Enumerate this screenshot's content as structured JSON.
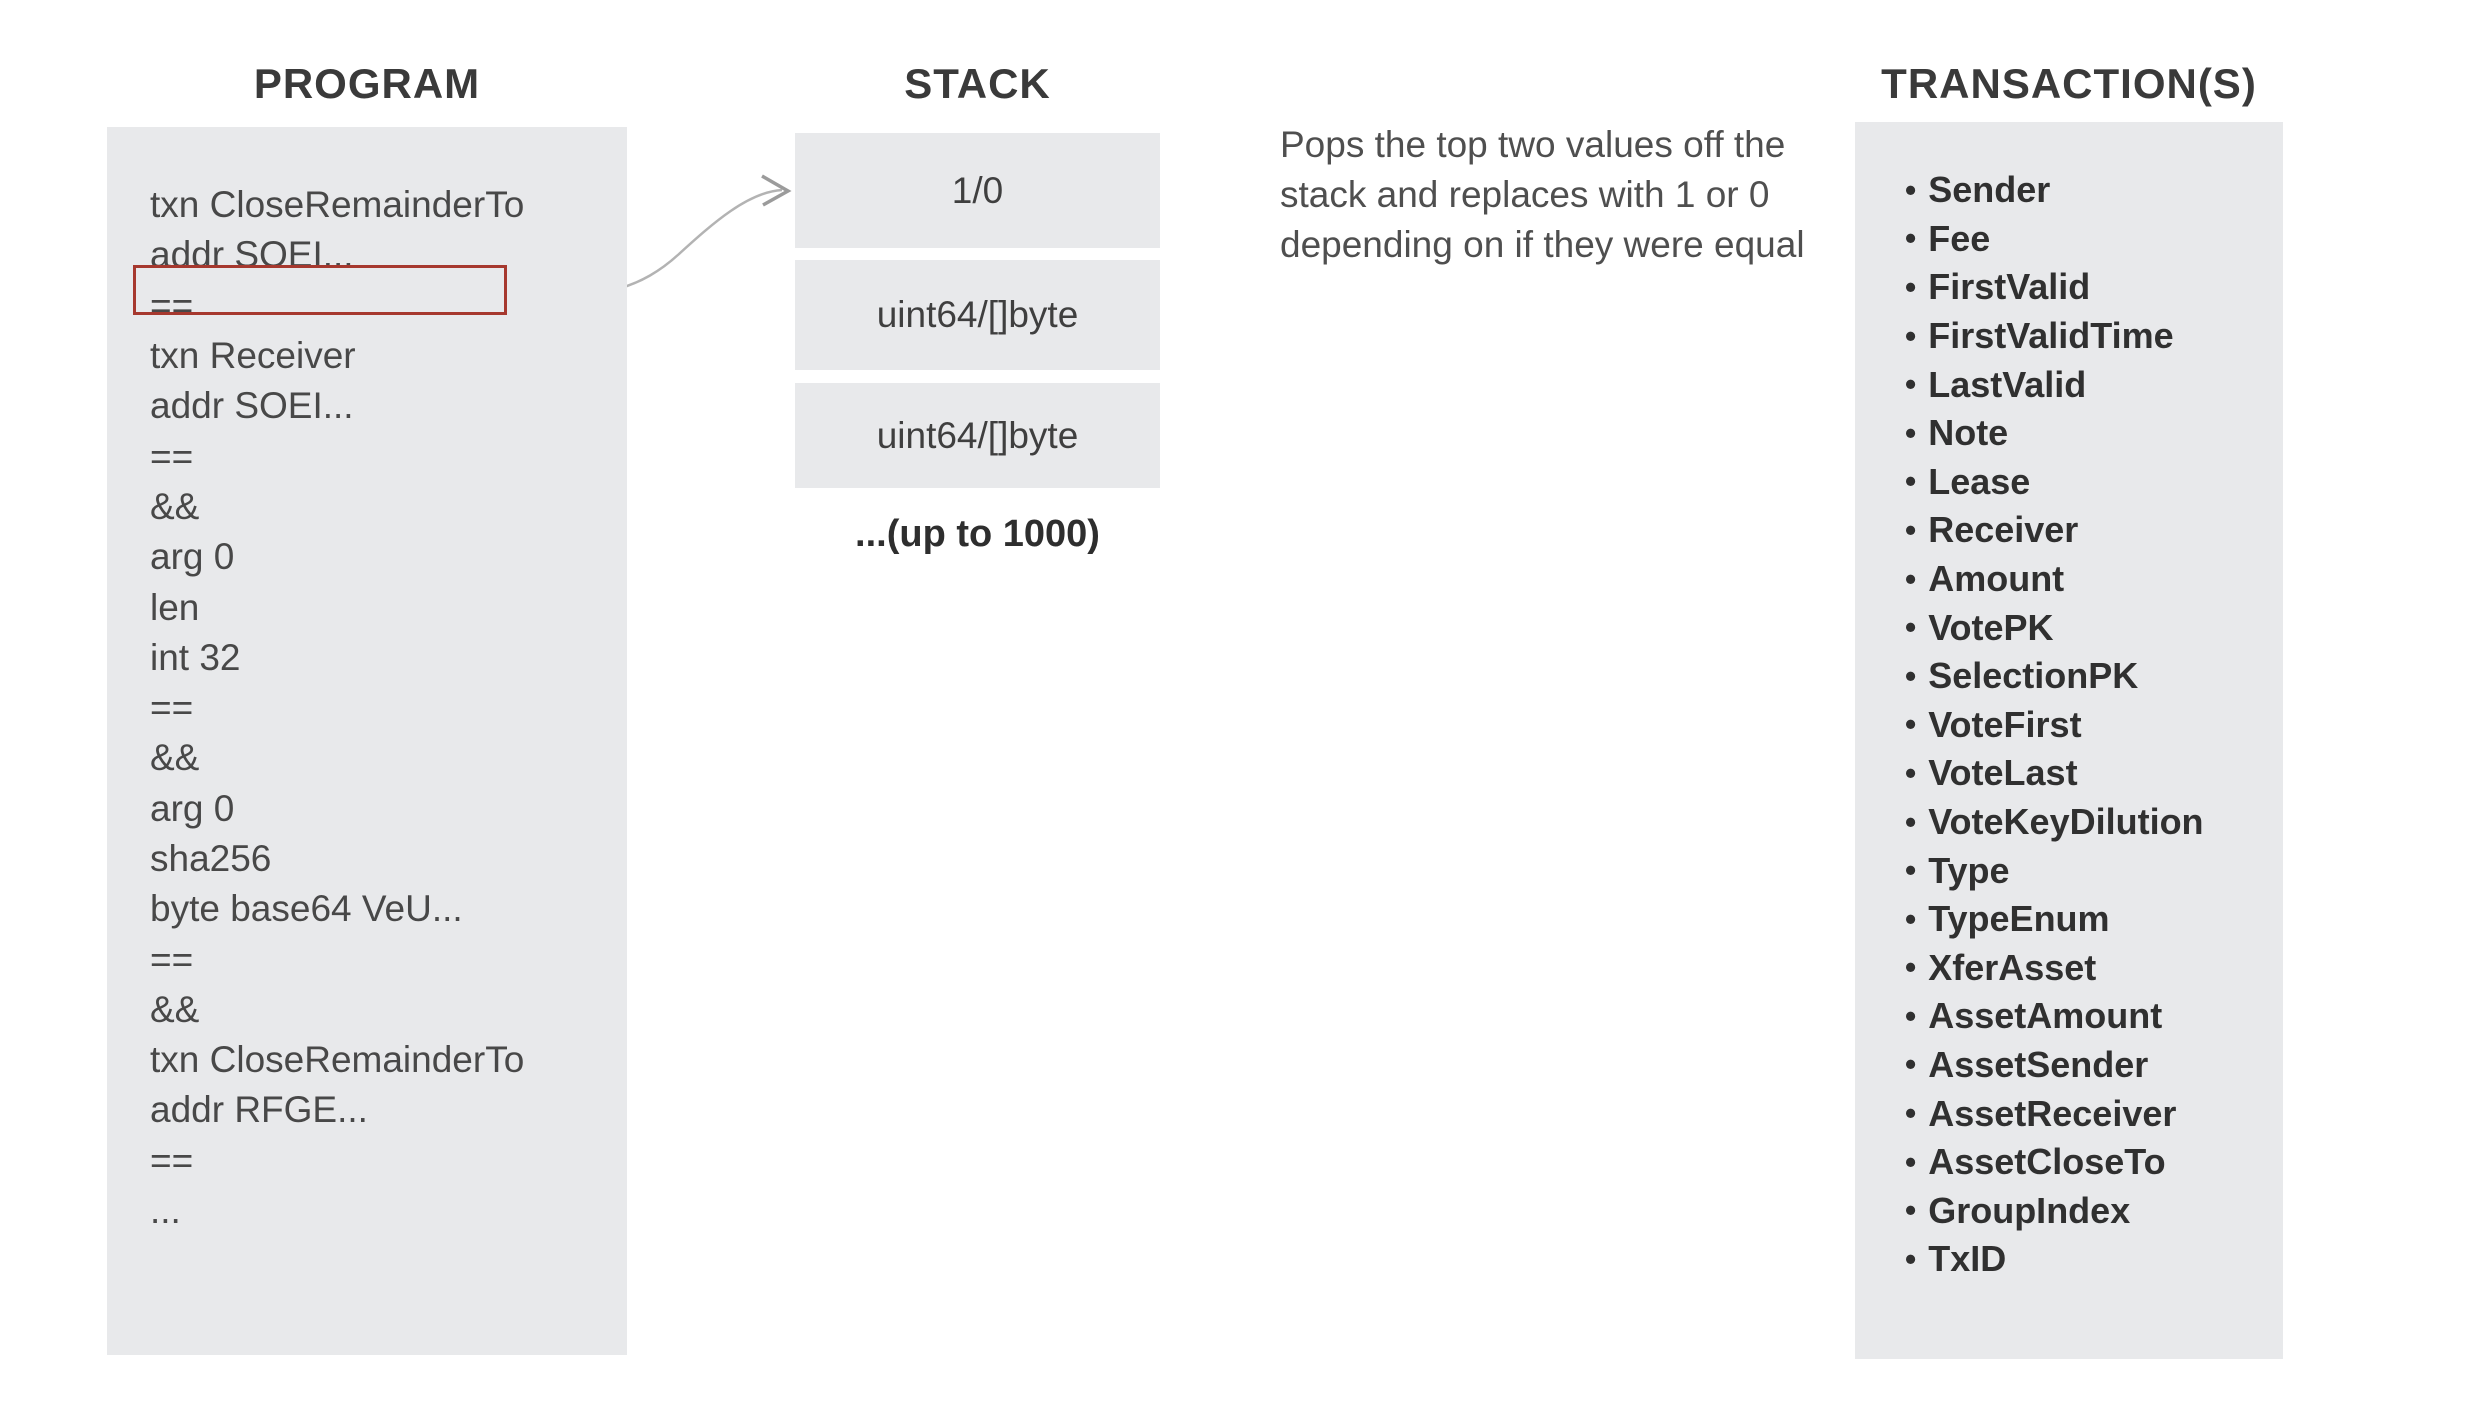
{
  "program": {
    "title": "PROGRAM",
    "lines": [
      "txn CloseRemainderTo",
      "addr SOEI...",
      "==",
      "txn Receiver",
      "addr SOEI...",
      "==",
      "&&",
      "arg 0",
      "len",
      "int 32",
      "==",
      "&&",
      "arg 0",
      "sha256",
      "byte base64 VeU...",
      "==",
      "&&",
      "txn CloseRemainderTo",
      "addr RFGE...",
      "==",
      "..."
    ],
    "highlighted_line_index": 2
  },
  "stack": {
    "title": "STACK",
    "boxes": [
      "1/0",
      "uint64/[]byte",
      "uint64/[]byte"
    ],
    "note": "...(up to 1000)"
  },
  "description": {
    "lines": [
      "Pops the top two values off the",
      "stack and replaces with 1 or 0",
      "depending on if they were equal"
    ]
  },
  "transactions": {
    "title": "TRANSACTION(S)",
    "items": [
      "Sender",
      "Fee",
      "FirstValid",
      "FirstValidTime",
      "LastValid",
      "Note",
      "Lease",
      "Receiver",
      "Amount",
      "VotePK",
      "SelectionPK",
      "VoteFirst",
      "VoteLast",
      "VoteKeyDilution",
      "Type",
      "TypeEnum",
      "XferAsset",
      "AssetAmount",
      "AssetSender",
      "AssetReceiver",
      "AssetCloseTo",
      "GroupIndex",
      "TxID"
    ]
  },
  "colors": {
    "panel_bg": "#e8e9eb",
    "highlight_border": "#a6382e",
    "arrow": "#b3b3b3",
    "text": "#484848"
  }
}
